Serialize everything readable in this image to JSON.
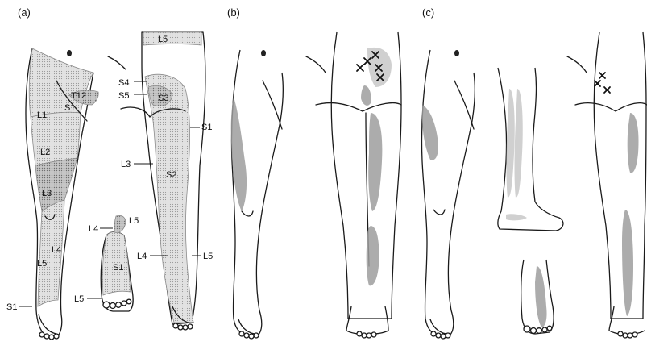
{
  "panels": [
    {
      "id": "a",
      "label": "(a)"
    },
    {
      "id": "b",
      "label": "(b)"
    },
    {
      "id": "c",
      "label": "(c)"
    }
  ],
  "dermatomes": {
    "front_leg": [
      "T12",
      "S1",
      "L1",
      "L2",
      "L3",
      "L4",
      "L5",
      "S1"
    ],
    "back_leg": [
      "L5",
      "S4",
      "S5",
      "S3",
      "S1",
      "L3",
      "S2",
      "L4",
      "L5"
    ],
    "foot": [
      "L4",
      "L5",
      "S1",
      "L5"
    ]
  }
}
